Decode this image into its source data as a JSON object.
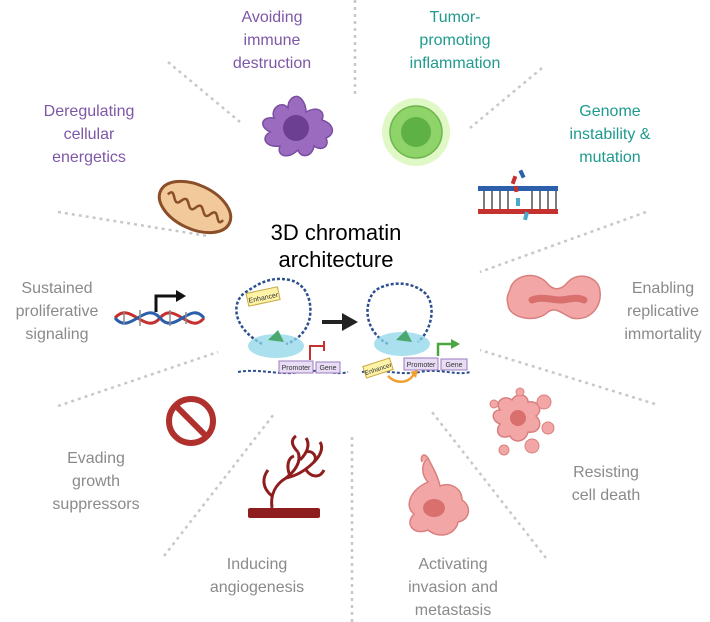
{
  "colors": {
    "purple": "#7e57a6",
    "teal": "#1e9a8e",
    "gray": "#8a8a8a",
    "divider": "#c8c8c8"
  },
  "center_title": [
    "3D chromatin",
    "architecture"
  ],
  "hallmarks": [
    {
      "id": "avoiding-immune-destruction",
      "lines": [
        "Avoiding",
        "immune",
        "destruction"
      ],
      "color": "purple",
      "icon": "immune-cell-icon"
    },
    {
      "id": "tumor-promoting-inflammation",
      "lines": [
        "Tumor-",
        "promoting",
        "inflammation"
      ],
      "color": "teal",
      "icon": "inflamed-cell-icon"
    },
    {
      "id": "genome-instability-mutation",
      "lines": [
        "Genome",
        "instability &",
        "mutation"
      ],
      "color": "teal",
      "icon": "damaged-dna-icon"
    },
    {
      "id": "enabling-replicative-immortality",
      "lines": [
        "Enabling",
        "replicative",
        "immortality"
      ],
      "color": "gray",
      "icon": "dividing-cell-icon"
    },
    {
      "id": "resisting-cell-death",
      "lines": [
        "Resisting",
        "cell death"
      ],
      "color": "gray",
      "icon": "apoptotic-cell-icon"
    },
    {
      "id": "activating-invasion-metastasis",
      "lines": [
        "Activating",
        "invasion and",
        "metastasis"
      ],
      "color": "gray",
      "icon": "migrating-cell-icon"
    },
    {
      "id": "inducing-angiogenesis",
      "lines": [
        "Inducing",
        "angiogenesis"
      ],
      "color": "gray",
      "icon": "blood-vessel-icon"
    },
    {
      "id": "evading-growth-suppressors",
      "lines": [
        "Evading",
        "growth",
        "suppressors"
      ],
      "color": "gray",
      "icon": "prohibited-sign-icon"
    },
    {
      "id": "sustained-proliferative-signaling",
      "lines": [
        "Sustained",
        "proliferative",
        "signaling"
      ],
      "color": "gray",
      "icon": "dna-activation-icon"
    },
    {
      "id": "deregulating-cellular-energetics",
      "lines": [
        "Deregulating",
        "cellular",
        "energetics"
      ],
      "color": "purple",
      "icon": "mitochondrion-icon"
    }
  ],
  "loop_labels": {
    "enhancer": "Enhancer",
    "promoter": "Promoter",
    "gene": "Gene"
  }
}
